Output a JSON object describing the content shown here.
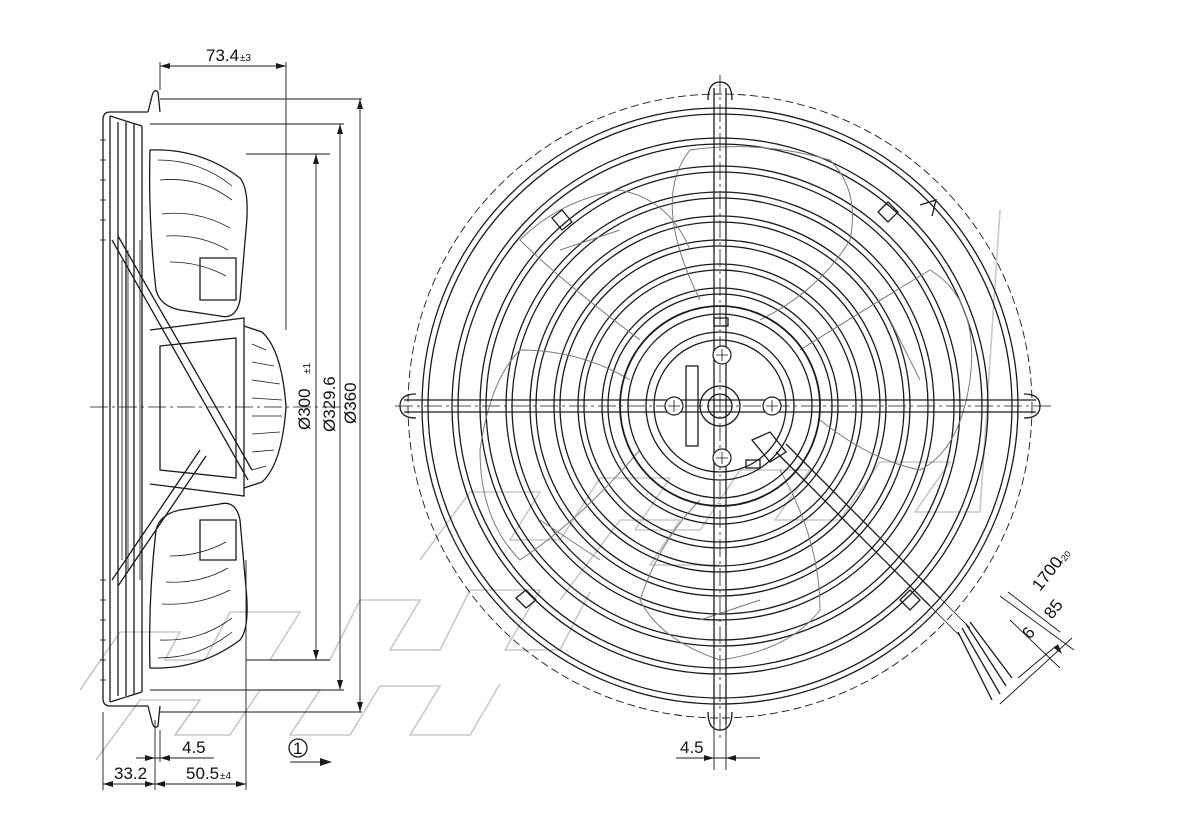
{
  "dimensions": {
    "depth_top": {
      "value": "73.4",
      "tolerance": "±3"
    },
    "diameter_inner": {
      "value": "Ø300",
      "tolerance": "±1"
    },
    "diameter_mid": {
      "value": "Ø329.6"
    },
    "diameter_outer": {
      "value": "Ø360"
    },
    "offset_small": {
      "value": "4.5"
    },
    "width_left": {
      "value": "33.2"
    },
    "width_right": {
      "value": "50.5",
      "tolerance": "±4"
    },
    "front_offset": {
      "value": "4.5"
    },
    "cable_length": {
      "value": "1700",
      "tolerance": "+20"
    },
    "cable_strip": {
      "value": "85"
    },
    "wire_strip": {
      "value": "6"
    }
  },
  "callout": {
    "label": "1"
  }
}
